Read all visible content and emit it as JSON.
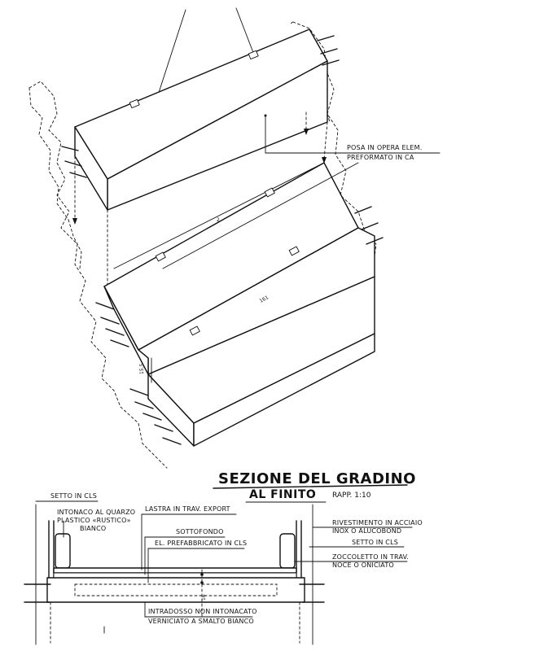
{
  "title": {
    "main": "SEZIONE DEL GRADINO",
    "sub": "AL FINITO",
    "scale": "RAPP. 1:10"
  },
  "isometric": {
    "callout": [
      "POSA IN OPERA ELEM.",
      "PREFORMATO IN CA"
    ],
    "dim_length": "161",
    "dim_height": "15.5",
    "dim_small": "2"
  },
  "section": {
    "labels_left": {
      "setto": "SETTO IN CLS",
      "intonaco": [
        "INTONACO AL QUARZO",
        "PLASTICO «RUSTICO»",
        "BIANCO"
      ],
      "lastra": "LASTRA IN TRAV. EXPORT",
      "sottofondo": "SOTTOFONDO",
      "prefabbricato": "EL. PREFABBRICATO IN CLS"
    },
    "labels_right": {
      "rivestimento": [
        "RIVESTIMENTO IN ACCIAIO",
        "INOX O ALUCOBOND"
      ],
      "setto": "SETTO IN CLS",
      "zoccoletto": [
        "ZOCCOLETTO IN TRAV.",
        "NOCE O ONICIATO"
      ]
    },
    "intradosso": [
      "INTRADOSSO NON INTONACATO",
      "VERNICIATO A SMALTO BIANCO"
    ],
    "dim_thickness": "16"
  }
}
